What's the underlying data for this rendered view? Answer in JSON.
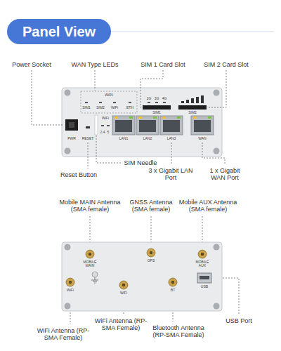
{
  "diagram": {
    "title": "Panel View",
    "labels": [
      "Power Socket",
      "WAN Type LEDs",
      "SIM 1 Card Slot",
      "SIM 2 Card Slot",
      "WAN",
      "2G",
      "3G",
      "4G",
      "SIM1",
      "SIM2",
      "WiFi",
      "ETH",
      "SIM1",
      "SIM2",
      "WiFi",
      "2.4",
      "5",
      "PWR",
      "RESET",
      "LAN1",
      "LAN2",
      "LAN3",
      "WAN",
      "Reset Button",
      "SIM Needle",
      "3 x Gigabit LAN Port",
      "1 x Gigabit WAN Port",
      "Mobile MAIN Antenna (SMA female)",
      "GNSS Antenna (SMA female)",
      "Mobile AUX Antenna (SMA female)",
      "MOBILE MAIN",
      "GPS",
      "MOBILE AUX",
      "WiFi",
      "WiFi",
      "BT",
      "USB",
      "WiFi Antenna (RP-SMA Female)",
      "WiFi Antenna (RP-SMA Female)",
      "Bluetooth Antenna (RP-SMA Female)",
      "USB Port"
    ]
  }
}
